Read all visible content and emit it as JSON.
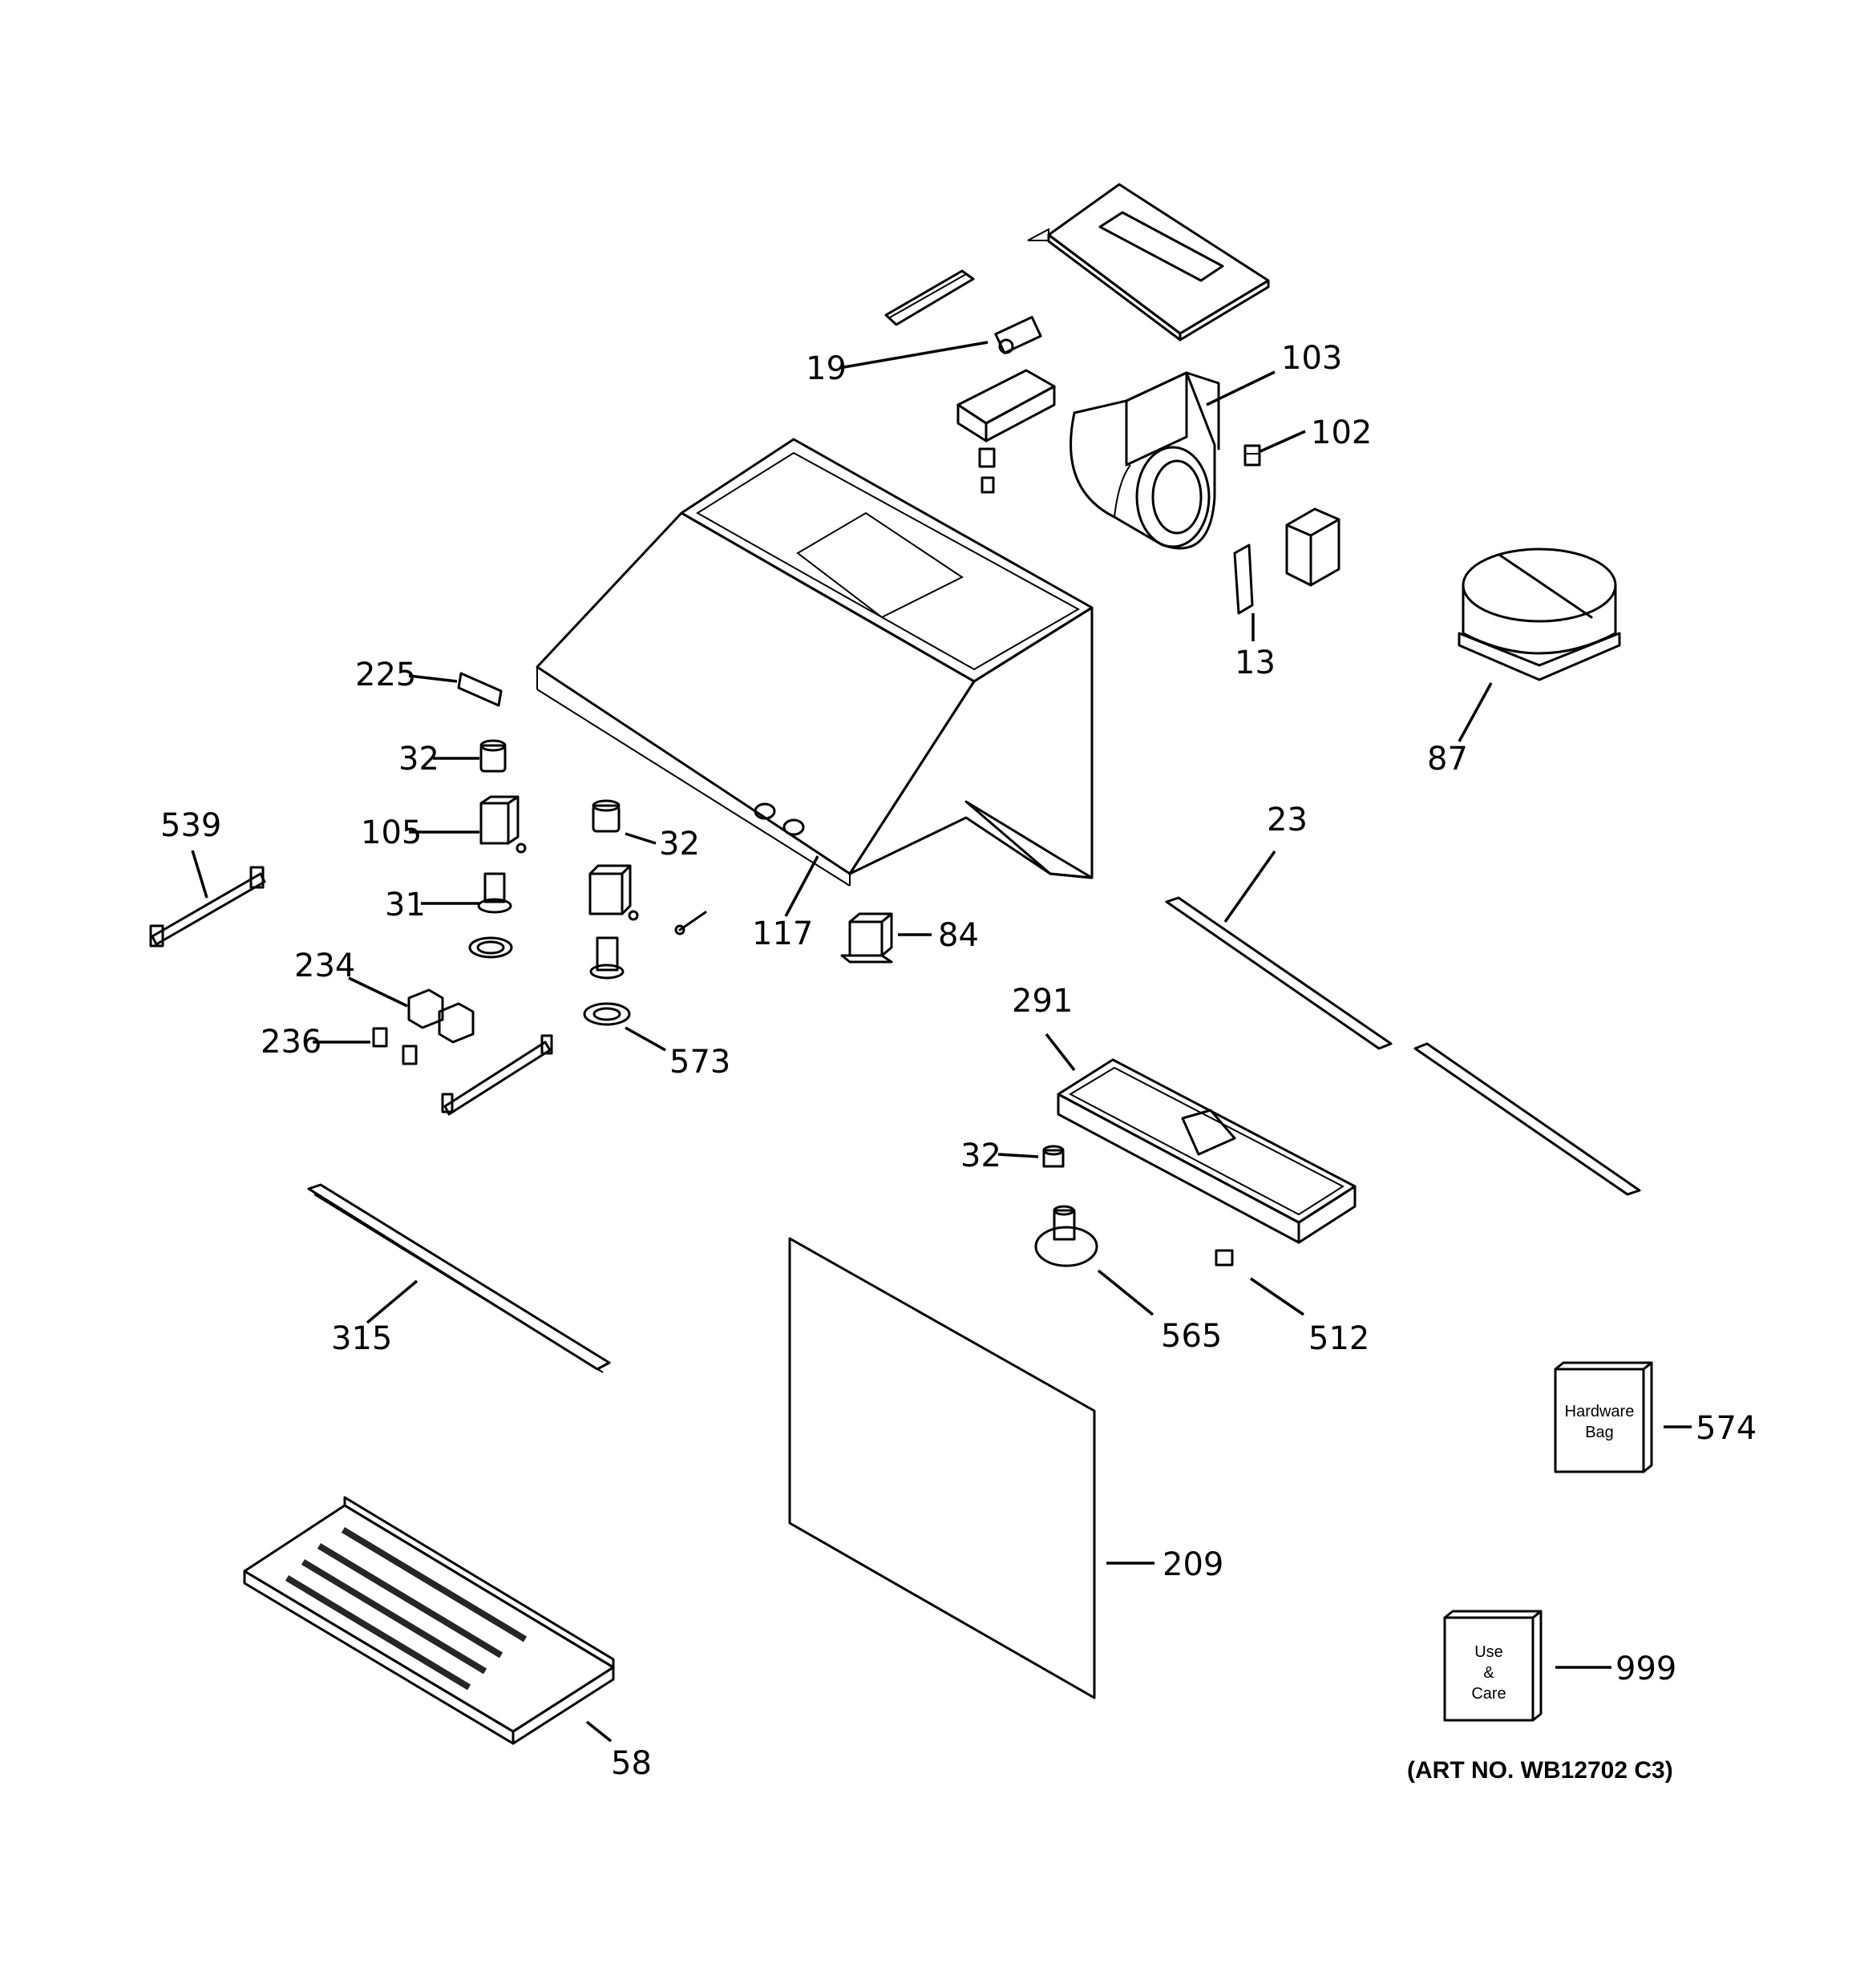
{
  "diagram": {
    "callouts": [
      "19",
      "103",
      "102",
      "13",
      "87",
      "225",
      "32",
      "105",
      "31",
      "539",
      "117",
      "84",
      "23",
      "234",
      "236",
      "573",
      "291",
      "565",
      "512",
      "315",
      "209",
      "58",
      "574",
      "999"
    ],
    "callout_32_b": "32",
    "callout_32_c": "32",
    "box_labels": {
      "hardware_line1": "Hardware",
      "hardware_line2": "Bag",
      "use_line1": "Use",
      "use_line2": "&",
      "use_line3": "Care"
    },
    "art_number": "(ART NO. WB12702 C3)"
  }
}
